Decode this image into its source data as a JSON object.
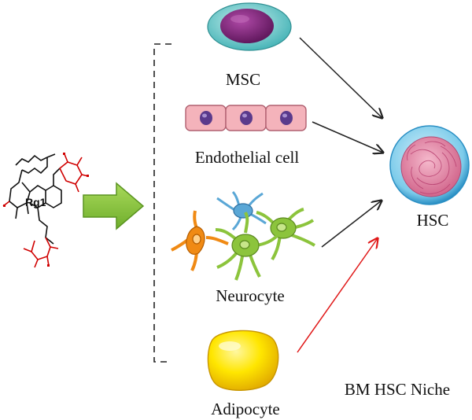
{
  "labels": {
    "compound": "Rg1",
    "msc": "MSC",
    "endothelial": "Endothelial cell",
    "neurocyte": "Neurocyte",
    "adipocyte": "Adipocyte",
    "hsc": "HSC",
    "niche": "BM HSC Niche"
  },
  "colors": {
    "arrow_main": "#222222",
    "arrow_adipocyte": "#e01818",
    "big_arrow_fill": "#8cc63f",
    "big_arrow_stroke": "#5a9420",
    "msc_cytoplasm": "#6ec9c9",
    "msc_nucleus": "#7a2a78",
    "endothelial_fill": "#f4b3bb",
    "endothelial_nucleus": "#5a3a8c",
    "neuron_green": "#8cc43c",
    "neuron_blue": "#5aa7d6",
    "neuron_orange": "#f08a14",
    "adipocyte_fill": "#ffe600",
    "hsc_outer": "#3fa6d9",
    "hsc_inner": "#e07fa0"
  },
  "icons": [
    "rg1-molecule-icon",
    "msc-cell-icon",
    "endothelial-cell-icon",
    "neurocyte-icon",
    "adipocyte-icon",
    "hsc-cell-icon"
  ]
}
